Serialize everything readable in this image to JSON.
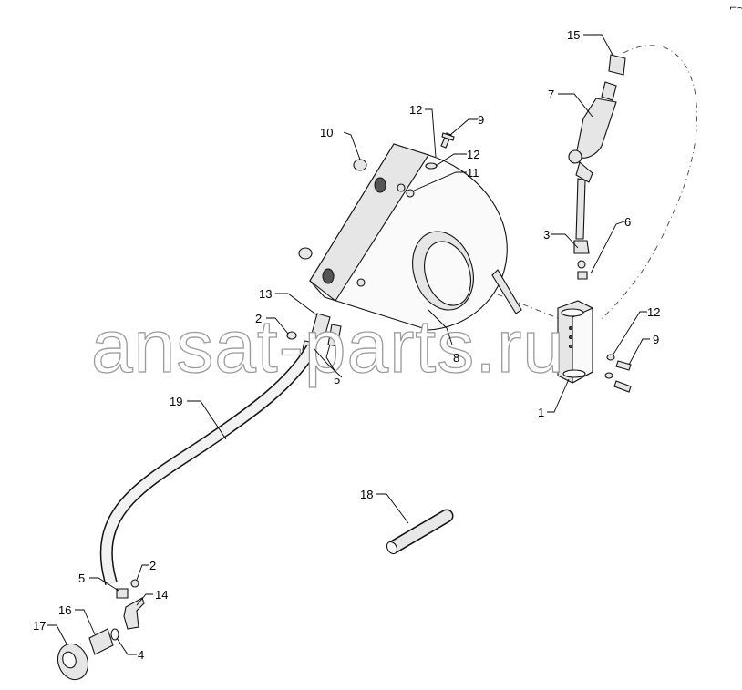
{
  "watermark": "ansat-parts.ru",
  "corner_mark": "⌐~",
  "callouts": [
    {
      "id": "c15",
      "label": "15"
    },
    {
      "id": "c7",
      "label": "7"
    },
    {
      "id": "c12a",
      "label": "12"
    },
    {
      "id": "c9a",
      "label": "9"
    },
    {
      "id": "c10",
      "label": "10"
    },
    {
      "id": "c12b",
      "label": "12"
    },
    {
      "id": "c11",
      "label": "11"
    },
    {
      "id": "c3",
      "label": "3"
    },
    {
      "id": "c6",
      "label": "6"
    },
    {
      "id": "c13",
      "label": "13"
    },
    {
      "id": "c2a",
      "label": "2"
    },
    {
      "id": "c12c",
      "label": "12"
    },
    {
      "id": "c9b",
      "label": "9"
    },
    {
      "id": "c8",
      "label": "8"
    },
    {
      "id": "c5a",
      "label": "5"
    },
    {
      "id": "c1",
      "label": "1"
    },
    {
      "id": "c19",
      "label": "19"
    },
    {
      "id": "c18",
      "label": "18"
    },
    {
      "id": "c2b",
      "label": "2"
    },
    {
      "id": "c5b",
      "label": "5"
    },
    {
      "id": "c14",
      "label": "14"
    },
    {
      "id": "c16",
      "label": "16"
    },
    {
      "id": "c17",
      "label": "17"
    },
    {
      "id": "c4",
      "label": "4"
    }
  ]
}
